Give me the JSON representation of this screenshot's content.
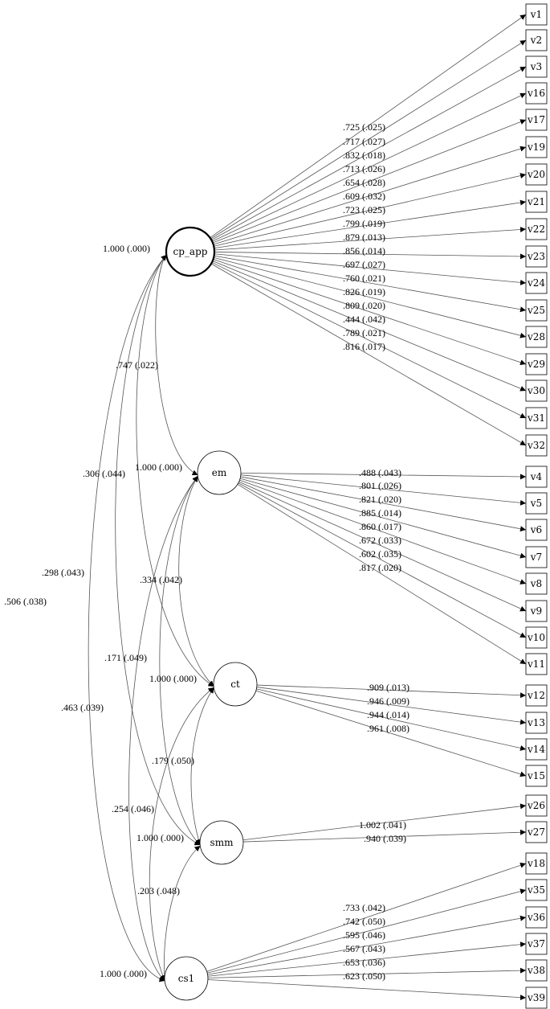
{
  "diagram": {
    "latent_factors": [
      {
        "id": "cp_app",
        "label": "cp_app",
        "variance": "1.000 (.000)",
        "emphasized": true
      },
      {
        "id": "em",
        "label": "em",
        "variance": "1.000 (.000)"
      },
      {
        "id": "ct",
        "label": "ct",
        "variance": "1.000 (.000)"
      },
      {
        "id": "smm",
        "label": "smm",
        "variance": "1.000 (.000)"
      },
      {
        "id": "cs1",
        "label": "cs1",
        "variance": "1.000 (.000)"
      }
    ],
    "indicators": [
      "v1",
      "v2",
      "v3",
      "v16",
      "v17",
      "v19",
      "v20",
      "v21",
      "v22",
      "v23",
      "v24",
      "v25",
      "v28",
      "v29",
      "v30",
      "v31",
      "v32",
      "v4",
      "v5",
      "v6",
      "v7",
      "v8",
      "v9",
      "v10",
      "v11",
      "v12",
      "v13",
      "v14",
      "v15",
      "v26",
      "v27",
      "v18",
      "v35",
      "v36",
      "v37",
      "v38",
      "v39"
    ],
    "loadings": [
      {
        "from": "cp_app",
        "to": "v1",
        "label": ".725 (.025)"
      },
      {
        "from": "cp_app",
        "to": "v2",
        "label": ".717 (.027)"
      },
      {
        "from": "cp_app",
        "to": "v3",
        "label": ".832 (.018)"
      },
      {
        "from": "cp_app",
        "to": "v16",
        "label": ".713 (.026)"
      },
      {
        "from": "cp_app",
        "to": "v17",
        "label": ".654 (.028)"
      },
      {
        "from": "cp_app",
        "to": "v19",
        "label": ".609 (.032)"
      },
      {
        "from": "cp_app",
        "to": "v20",
        "label": ".723 (.025)"
      },
      {
        "from": "cp_app",
        "to": "v21",
        "label": ".799 (.019)"
      },
      {
        "from": "cp_app",
        "to": "v22",
        "label": ".879 (.013)"
      },
      {
        "from": "cp_app",
        "to": "v23",
        "label": ".856 (.014)"
      },
      {
        "from": "cp_app",
        "to": "v24",
        "label": ".697 (.027)"
      },
      {
        "from": "cp_app",
        "to": "v25",
        "label": ".760 (.021)"
      },
      {
        "from": "cp_app",
        "to": "v28",
        "label": ".826 (.019)"
      },
      {
        "from": "cp_app",
        "to": "v29",
        "label": ".809 (.020)"
      },
      {
        "from": "cp_app",
        "to": "v30",
        "label": ".444 (.042)"
      },
      {
        "from": "cp_app",
        "to": "v31",
        "label": ".789 (.021)"
      },
      {
        "from": "cp_app",
        "to": "v32",
        "label": ".816 (.017)"
      },
      {
        "from": "em",
        "to": "v4",
        "label": ".488 (.043)"
      },
      {
        "from": "em",
        "to": "v5",
        "label": ".801 (.026)"
      },
      {
        "from": "em",
        "to": "v6",
        "label": ".821 (.020)"
      },
      {
        "from": "em",
        "to": "v7",
        "label": ".885 (.014)"
      },
      {
        "from": "em",
        "to": "v8",
        "label": ".860 (.017)"
      },
      {
        "from": "em",
        "to": "v9",
        "label": ".672 (.033)"
      },
      {
        "from": "em",
        "to": "v10",
        "label": ".602 (.035)"
      },
      {
        "from": "em",
        "to": "v11",
        "label": ".817 (.020)"
      },
      {
        "from": "ct",
        "to": "v12",
        "label": ".909 (.013)"
      },
      {
        "from": "ct",
        "to": "v13",
        "label": ".946 (.009)"
      },
      {
        "from": "ct",
        "to": "v14",
        "label": ".944 (.014)"
      },
      {
        "from": "ct",
        "to": "v15",
        "label": ".961 (.008)"
      },
      {
        "from": "smm",
        "to": "v26",
        "label": "1.002 (.041)"
      },
      {
        "from": "smm",
        "to": "v27",
        "label": ".940 (.039)"
      },
      {
        "from": "cs1",
        "to": "v18",
        "label": ".733 (.042)"
      },
      {
        "from": "cs1",
        "to": "v35",
        "label": ".742 (.050)"
      },
      {
        "from": "cs1",
        "to": "v36",
        "label": ".595 (.046)"
      },
      {
        "from": "cs1",
        "to": "v37",
        "label": ".567 (.043)"
      },
      {
        "from": "cs1",
        "to": "v38",
        "label": ".653 (.036)"
      },
      {
        "from": "cs1",
        "to": "v39",
        "label": ".623 (.050)"
      }
    ],
    "correlations": [
      {
        "a": "cp_app",
        "b": "em",
        "label": ".747 (.022)"
      },
      {
        "a": "cp_app",
        "b": "ct",
        "label": ".306 (.044)"
      },
      {
        "a": "cp_app",
        "b": "smm",
        "label": ".298 (.043)"
      },
      {
        "a": "cp_app",
        "b": "cs1",
        "label": ".506 (.038)"
      },
      {
        "a": "em",
        "b": "ct",
        "label": ".334 (.042)"
      },
      {
        "a": "em",
        "b": "smm",
        "label": ".171 (.049)"
      },
      {
        "a": "em",
        "b": "cs1",
        "label": ".463 (.039)"
      },
      {
        "a": "ct",
        "b": "smm",
        "label": ".179 (.050)"
      },
      {
        "a": "ct",
        "b": "cs1",
        "label": ".254 (.046)"
      },
      {
        "a": "smm",
        "b": "cs1",
        "label": ".203 (.048)"
      }
    ]
  }
}
